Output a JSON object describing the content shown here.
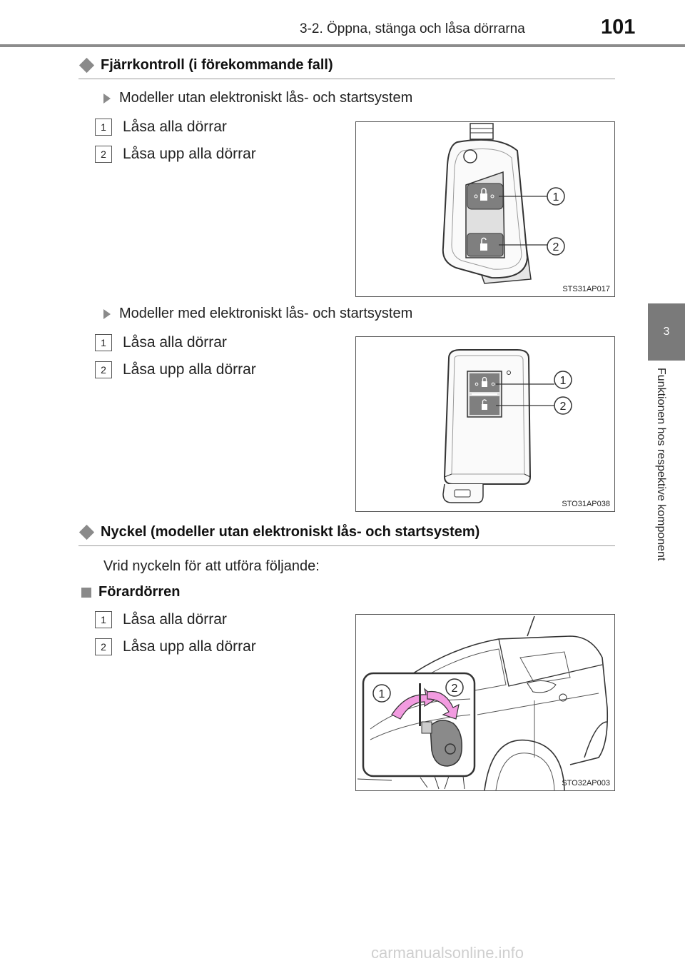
{
  "header": {
    "title": "3-2. Öppna, stänga och låsa dörrarna",
    "page_number": "101"
  },
  "side_tab": {
    "chapter": "3",
    "text": "Funktionen hos respektive komponent"
  },
  "section1": {
    "heading": "Fjärrkontroll (i förekommande fall)",
    "sub1": {
      "title": "Modeller utan elektroniskt lås- och startsystem",
      "items": [
        {
          "num": "1",
          "text": "Låsa alla dörrar"
        },
        {
          "num": "2",
          "text": "Låsa upp alla dörrar"
        }
      ],
      "figure_code": "STS31AP017"
    },
    "sub2": {
      "title": "Modeller med elektroniskt lås- och startsystem",
      "items": [
        {
          "num": "1",
          "text": "Låsa alla dörrar"
        },
        {
          "num": "2",
          "text": "Låsa upp alla dörrar"
        }
      ],
      "figure_code": "STO31AP038"
    }
  },
  "section2": {
    "heading": "Nyckel (modeller utan elektroniskt lås- och startsystem)",
    "intro": "Vrid nyckeln för att utföra följande:",
    "subhead": "Förardörren",
    "items": [
      {
        "num": "1",
        "text": "Låsa alla dörrar"
      },
      {
        "num": "2",
        "text": "Låsa upp alla dörrar"
      }
    ],
    "figure_code": "STO32AP003"
  },
  "callouts": {
    "one": "1",
    "two": "2"
  },
  "watermark": "carmanualsonline.info"
}
